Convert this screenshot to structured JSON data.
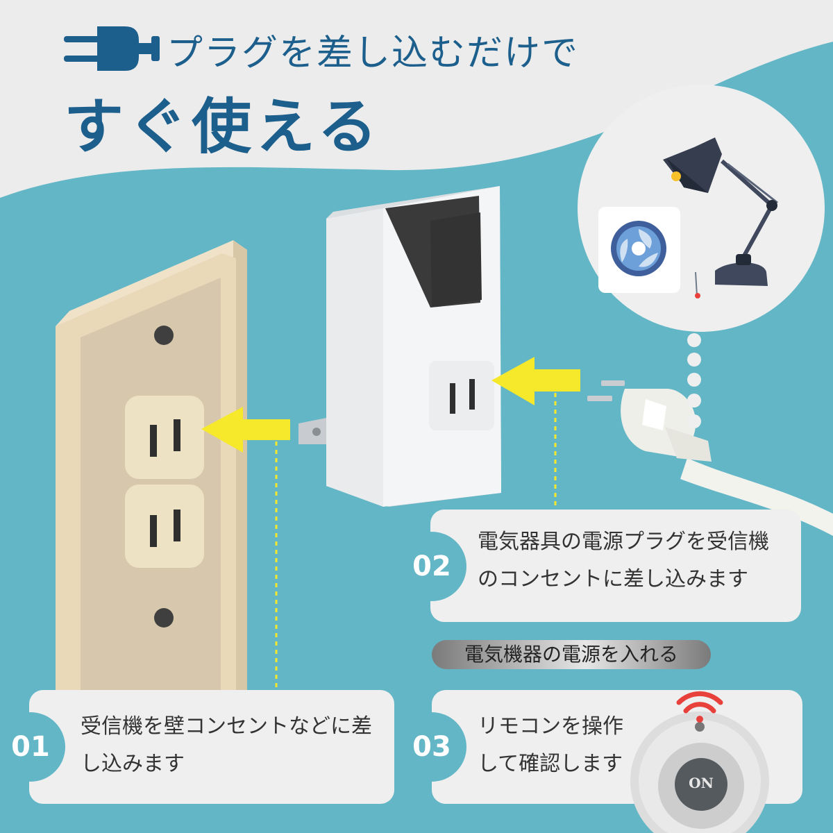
{
  "heading": {
    "line1": "プラグを差し込むだけで",
    "line2": "すぐ使える"
  },
  "steps": [
    {
      "number": "01",
      "line1": "受信機を壁コンセントなどに差",
      "line2": "し込みます"
    },
    {
      "number": "02",
      "line1": "電気器具の電源プラグを受信機",
      "line2": "のコンセントに差し込みます"
    },
    {
      "number": "03",
      "line1": "リモコンを操作",
      "line2": "して確認します"
    }
  ],
  "note": "電気機器の電源を入れる",
  "remote": {
    "button_label": "ON"
  },
  "colors": {
    "background": "#62b6c6",
    "heading": "#1d5f8c",
    "arrow": "#f6e92b",
    "card": "#efefef",
    "signal": "#e8413c"
  }
}
